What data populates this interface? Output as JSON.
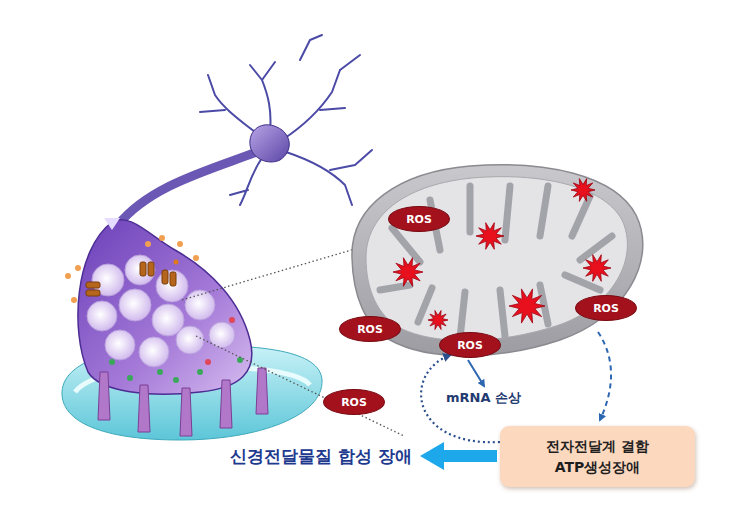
{
  "diagram": {
    "nodes": [
      {
        "text": [
          "ROS"
        ]
      },
      {
        "text": [
          "ROS"
        ]
      },
      {
        "text": [
          "ROS"
        ]
      },
      {
        "text": [
          "ROS"
        ]
      },
      {
        "text": [
          "ROS"
        ]
      },
      {
        "text": [
          "전자전달계 결함",
          "ATP생성장애"
        ]
      }
    ],
    "edges": [
      {
        "from": 5,
        "to": 3,
        "arrow": "to"
      }
    ],
    "labels": [
      "mRNA 손상",
      "신경전달물질 합성 장애"
    ]
  }
}
